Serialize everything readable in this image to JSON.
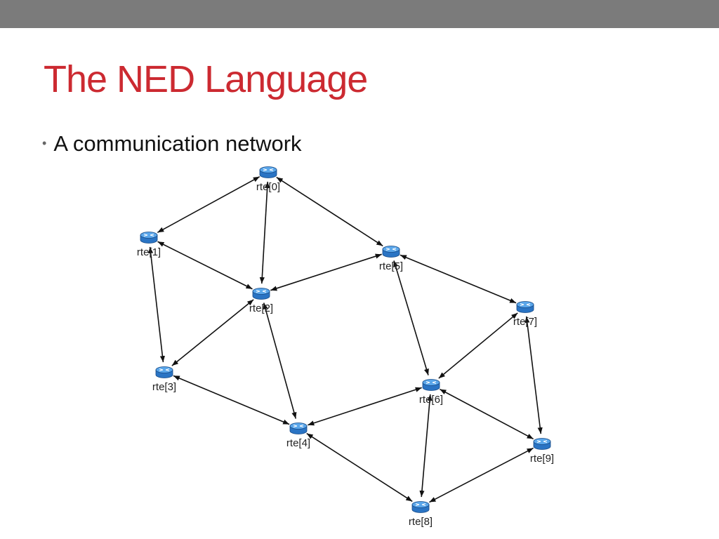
{
  "slide": {
    "title": "The NED Language",
    "bullets": [
      {
        "text": "A communication network"
      }
    ]
  },
  "colors": {
    "title": "#cc2a31",
    "top_bar": "#7b7b7b",
    "router_body": "#2a74c4",
    "router_top": "#5aa6ea",
    "edge": "#111111"
  },
  "network": {
    "node_icon": "router-icon",
    "nodes": [
      {
        "id": "rte0",
        "label": "rte[0]"
      },
      {
        "id": "rte1",
        "label": "rte[1]"
      },
      {
        "id": "rte2",
        "label": "rte[2]"
      },
      {
        "id": "rte3",
        "label": "rte[3]"
      },
      {
        "id": "rte4",
        "label": "rte[4]"
      },
      {
        "id": "rte5",
        "label": "rte[5]"
      },
      {
        "id": "rte6",
        "label": "rte[6]"
      },
      {
        "id": "rte7",
        "label": "rte[7]"
      },
      {
        "id": "rte8",
        "label": "rte[8]"
      },
      {
        "id": "rte9",
        "label": "rte[9]"
      }
    ],
    "links": [
      {
        "from": "rte0",
        "to": "rte1"
      },
      {
        "from": "rte0",
        "to": "rte2"
      },
      {
        "from": "rte0",
        "to": "rte5"
      },
      {
        "from": "rte1",
        "to": "rte2"
      },
      {
        "from": "rte1",
        "to": "rte3"
      },
      {
        "from": "rte2",
        "to": "rte5"
      },
      {
        "from": "rte2",
        "to": "rte3"
      },
      {
        "from": "rte2",
        "to": "rte4"
      },
      {
        "from": "rte5",
        "to": "rte7"
      },
      {
        "from": "rte5",
        "to": "rte6"
      },
      {
        "from": "rte3",
        "to": "rte4"
      },
      {
        "from": "rte4",
        "to": "rte6"
      },
      {
        "from": "rte4",
        "to": "rte8"
      },
      {
        "from": "rte6",
        "to": "rte7"
      },
      {
        "from": "rte6",
        "to": "rte9"
      },
      {
        "from": "rte6",
        "to": "rte8"
      },
      {
        "from": "rte7",
        "to": "rte9"
      },
      {
        "from": "rte8",
        "to": "rte9"
      }
    ]
  }
}
